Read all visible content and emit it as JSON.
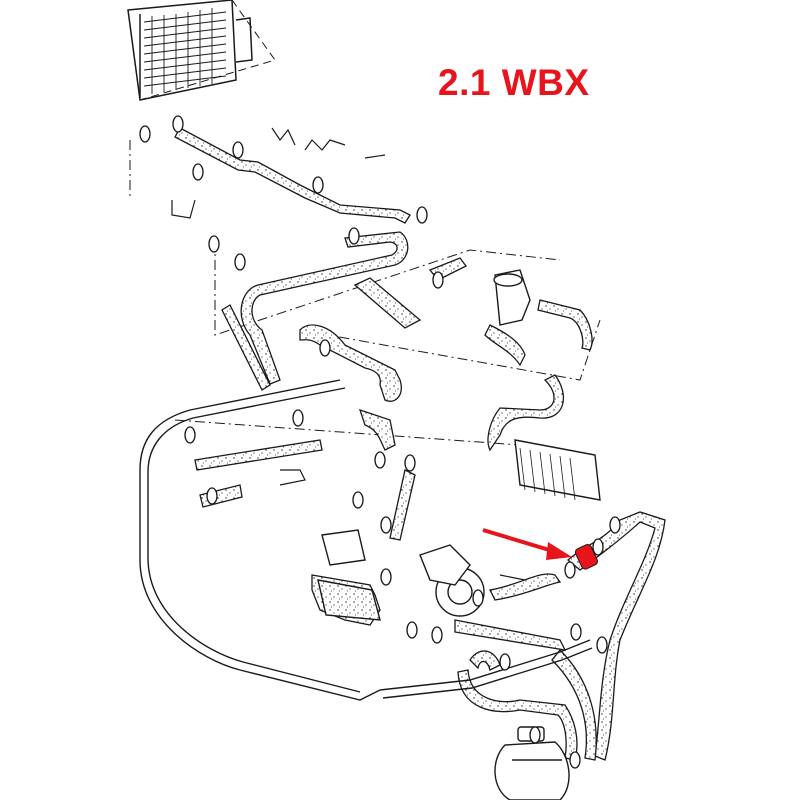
{
  "diagram": {
    "title": "2.1 WBX",
    "title_color": "#e8141c",
    "line_color": "#1a1a1a",
    "highlight_color": "#e8141c",
    "parts": [
      "radiator",
      "coolant-hoses",
      "thermostat-housing",
      "water-pump",
      "expansion-tank",
      "heater-core",
      "hose-clamps",
      "highlighted-hose-section",
      "pointer-arrow"
    ]
  }
}
